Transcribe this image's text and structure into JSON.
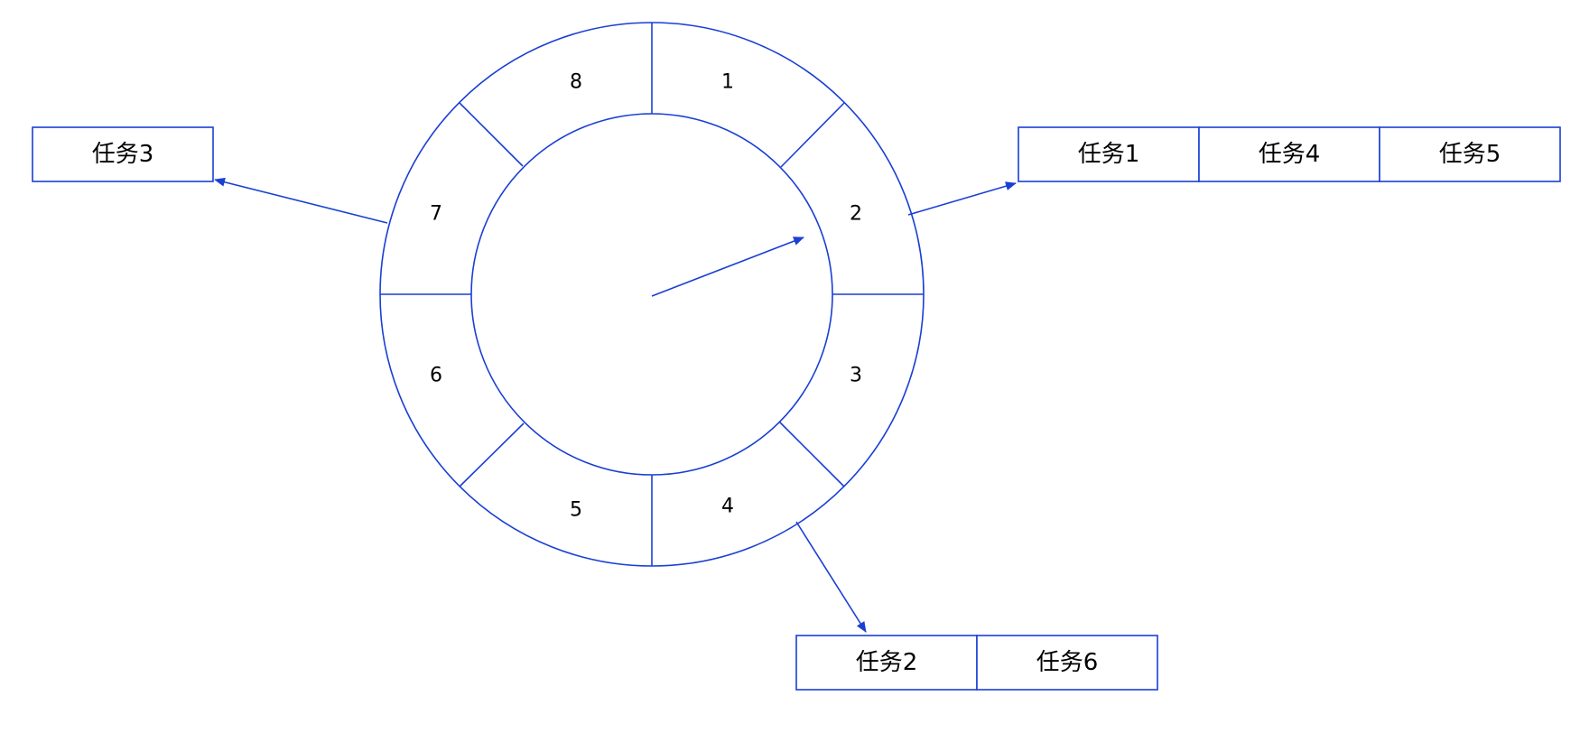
{
  "wheel": {
    "slots": [
      "1",
      "2",
      "3",
      "4",
      "5",
      "6",
      "7",
      "8"
    ]
  },
  "queues": [
    {
      "slot": "2",
      "tasks": [
        "任务1",
        "任务4",
        "任务5"
      ]
    },
    {
      "slot": "4",
      "tasks": [
        "任务2",
        "任务6"
      ]
    },
    {
      "slot": "7",
      "tasks": [
        "任务3"
      ]
    }
  ],
  "colors": {
    "stroke": "#1a3fd4",
    "arrow": "#1a3fd4",
    "text": "#000000",
    "background": "#ffffff"
  }
}
